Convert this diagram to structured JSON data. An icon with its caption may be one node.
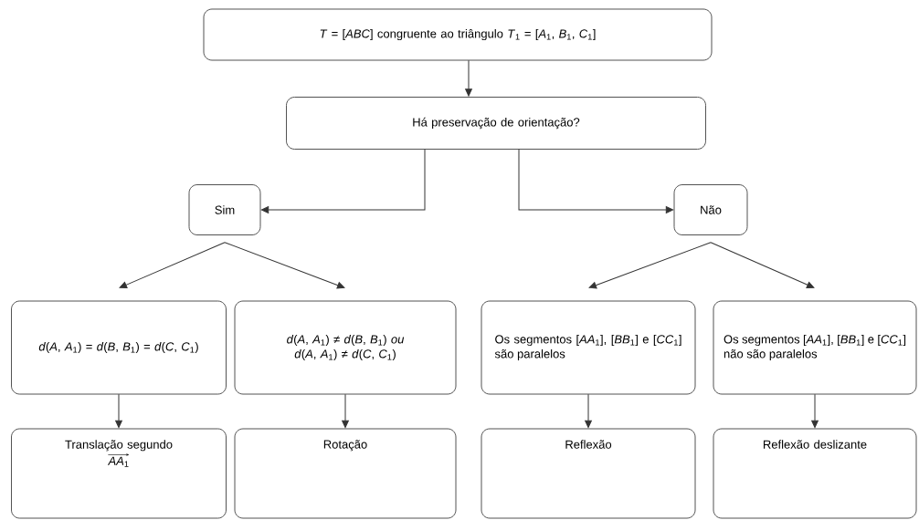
{
  "diagram": {
    "nodes": [
      {
        "text": [
          "*T* = [*ABC*] congruente ao triângulo *T*$_{1}$ = [*A*$_{1}$, *B*$_{1}$, *C*$_{1}$]"
        ]
      },
      {
        "text": [
          "Há preservação de orientação?"
        ]
      },
      {
        "text": [
          "Sim"
        ]
      },
      {
        "text": [
          "Não"
        ]
      },
      {
        "text": [
          "*d*(*A*, *A*$_{1}$) = *d*(*B*, *B*$_{1}$) = *d*(*C*, *C*$_{1}$)"
        ]
      },
      {
        "text": [
          "*d*(*A*, *A*$_{1}$) ≠ *d*(*B*, *B*$_{1}$) *ou d*(*A*, *A*$_{1}$) ≠ *d*(*C*, *C*$_{1}$)"
        ]
      },
      {
        "text": [
          "Os segmentos [*AA*$_{1}$], [*BB*$_{1}$] e [*CC*$_{1}$] são paralelos"
        ]
      },
      {
        "text": [
          "Os segmentos [*AA*$_{1}$], [*BB*$_{1}$] e [*CC*$_{1}$] não são paralelos"
        ]
      },
      {
        "text": [
          "Translação segundo",
          "*AA*$_{1}$"
        ]
      },
      {
        "text": [
          "Rotação"
        ]
      },
      {
        "text": [
          "Reflexão"
        ]
      },
      {
        "text": [
          "Reflexão deslizante"
        ]
      }
    ],
    "edges": [
      {
        "from": 0,
        "to": 1,
        "arrow": "to"
      },
      {
        "from": 1,
        "to": 2,
        "arrow": "to"
      },
      {
        "from": 1,
        "to": 3,
        "arrow": "to"
      },
      {
        "from": 2,
        "to": 4,
        "arrow": "to"
      },
      {
        "from": 2,
        "to": 5,
        "arrow": "to"
      },
      {
        "from": 3,
        "to": 6,
        "arrow": "to"
      },
      {
        "from": 3,
        "to": 7,
        "arrow": "to"
      },
      {
        "from": 4,
        "to": 8,
        "arrow": "to"
      },
      {
        "from": 5,
        "to": 9,
        "arrow": "to"
      },
      {
        "from": 6,
        "to": 10,
        "arrow": "to"
      },
      {
        "from": 7,
        "to": 11,
        "arrow": "to"
      }
    ]
  }
}
